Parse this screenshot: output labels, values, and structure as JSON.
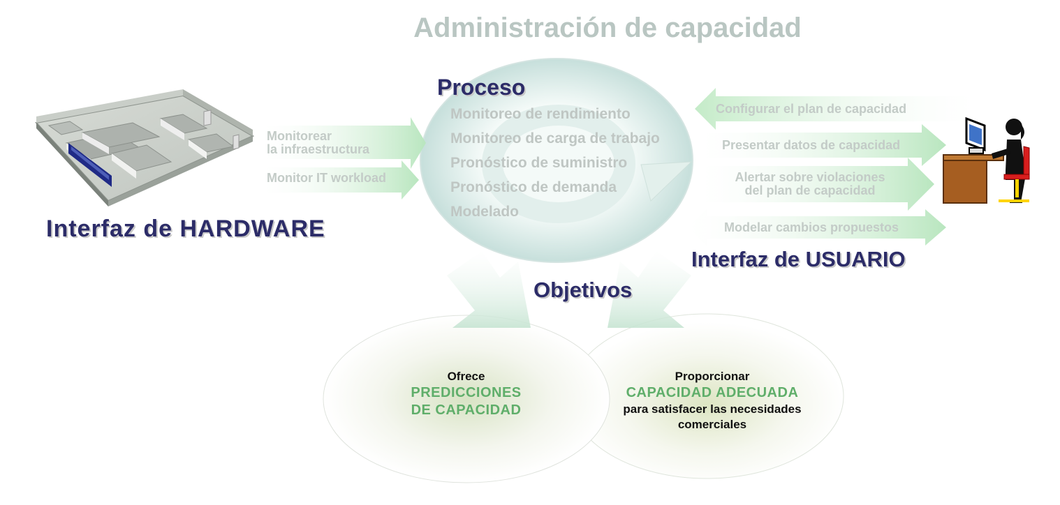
{
  "title": "Administración de capacidad",
  "hardware": {
    "title": "Interfaz de HARDWARE",
    "arrows": [
      {
        "line1": "Monitorear",
        "line2": "la infraestructura"
      },
      {
        "line1": "Monitor IT workload"
      }
    ]
  },
  "process": {
    "title": "Proceso",
    "items": [
      "Monitoreo de rendimiento",
      "Monitoreo de carga de trabajo",
      "Pronóstico de suministro",
      "Pronóstico de demanda",
      "Modelado"
    ]
  },
  "user": {
    "title": "Interfaz de USUARIO",
    "arrows": [
      {
        "line1": "Configurar el plan de capacidad"
      },
      {
        "line1": "Presentar datos de capacidad"
      },
      {
        "line1": "Alertar sobre violaciones",
        "line2": "del plan de capacidad"
      },
      {
        "line1": "Modelar cambios propuestos"
      }
    ]
  },
  "objectives": {
    "title": "Objetivos",
    "left": {
      "line1": "Ofrece",
      "highlight1": "PREDICCIONES",
      "highlight2": "DE CAPACIDAD"
    },
    "right": {
      "line1": "Proporcionar",
      "highlight": "CAPACIDAD ADECUADA",
      "line2": "para satisfacer las necesidades",
      "line3": "comerciales"
    }
  },
  "colors": {
    "title_gray": "#b9c6c2",
    "navy": "#2c2c68",
    "accent_green": "#5fae6a",
    "arrow_green": "#cdeccf"
  },
  "icons": {
    "hardware": "data-center-floor-icon",
    "user": "person-at-computer-icon"
  }
}
